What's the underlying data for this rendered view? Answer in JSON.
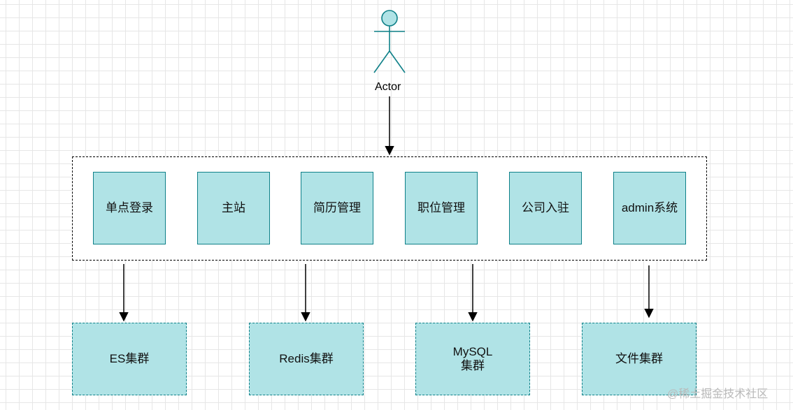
{
  "diagram": {
    "actor": {
      "label": "Actor"
    },
    "modules": [
      {
        "id": "sso",
        "label": "单点登录"
      },
      {
        "id": "main-site",
        "label": "主站"
      },
      {
        "id": "resume",
        "label": "简历管理"
      },
      {
        "id": "position",
        "label": "职位管理"
      },
      {
        "id": "company",
        "label": "公司入驻"
      },
      {
        "id": "admin",
        "label": "admin系统"
      }
    ],
    "stores": [
      {
        "id": "es",
        "label": "ES集群"
      },
      {
        "id": "redis",
        "label": "Redis集群"
      },
      {
        "id": "mysql",
        "label": "MySQL\n集群"
      },
      {
        "id": "file",
        "label": "文件集群"
      }
    ],
    "colors": {
      "fill": "#b0e3e6",
      "stroke": "#0e8088",
      "line": "#000000"
    }
  },
  "watermark": "@稀土掘金技术社区"
}
